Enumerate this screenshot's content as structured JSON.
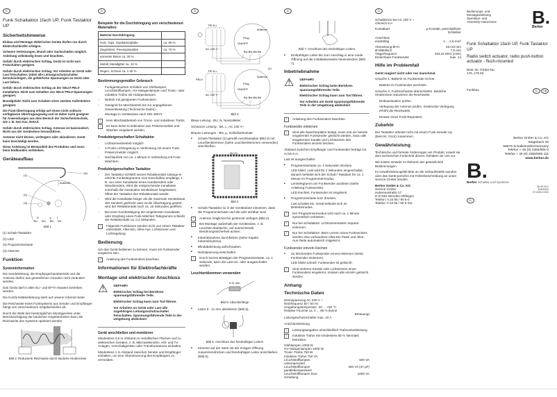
{
  "language_mark": "D",
  "col1": {
    "title": "Funk Schaltaktor 1fach UP, Funk Tastaktor UP",
    "safety_heading": "Sicherheitshinweise",
    "safety": [
      "Einbau und Montage elektrischer Geräte dürfen nur durch Elektrofachkräfte erfolgen.",
      "Schwere Verletzungen, Brand oder Sachschäden möglich. Anleitung vollständig lesen und beachten.",
      "Gefahr durch elektrischen Schlag. Gerät ist nicht zum Freischalten geeignet.",
      "Gefahr durch elektrischen Schlag. Vor Arbeiten an Gerät oder Last freischalten. Dabei alle Leitungsschutzschalter berücksichtigen, die gefährliche Spannungen an Gerät oder Last liefern.",
      "Gefahr durch elektrischen Schlag an der SELV/ PELV-Installation. Nicht zum Schalten von SELV/ PELV-Spannungen geeignet.",
      "Brandgefahr. Nicht zum Schalten eines zweiten Außenleiters geeignet.",
      "Die Funk-Übertragung erfolgt auf einem nicht exklusiv verfügbaren Übertragungsweg und ist daher nicht geeignet für Anwendungen aus dem Bereich der Sicherheitstechnik, wie z. B. Not-Aus, Notruf.",
      "Gefahr durch elektrischen Schlag. Antenne ist basisisoliert. Nicht aus der Gerätedose herausführen.",
      "Antenne nicht kürzen, verlängern oder abisolieren. Gerät kann beschädigt werden.",
      "Diese Anleitung ist Bestandteil des Produktes und muss beim Endkunden verbleiben."
    ],
    "device_heading": "Geräteaufbau",
    "fig1": {
      "caption": "Bild 1",
      "antenna_label": "Antenne",
      "callouts": [
        "(1)",
        "(2)",
        "(3)",
        "(4)"
      ],
      "terminals": [
        {
          "top": "N",
          "bottom": "BU"
        },
        {
          "top": "",
          "bottom": "BN"
        },
        {
          "top": "",
          "bottom": "BN"
        },
        {
          "top": "L",
          "bottom": "BK"
        }
      ],
      "mu_label": "µ"
    },
    "legend": [
      "(1) Schalt-/Tastaktor",
      "(2) LED",
      "(3) Programmiertaste",
      "(4) Antenne"
    ],
    "function_heading": "Funktion",
    "sysinfo_heading": "Systeminformation",
    "sysinfo": [
      "Die Sendeleistung, die Empfangscharakteristik und die Antenne dürfen aus gesetzlichen Gründen nicht verändert werden.",
      "Das Gerät darf in allen EU- und EFTA-Staaten betrieben werden.",
      "Die Konformitätserklärung steht auf unserer Internet-Seite.",
      "Die Reichweite eines Funksystems aus Sender und Empfänger hängt von verschiedenen Gegebenheiten ab.",
      "Durch die Wahl des bestmöglichen Montageortes unter Berücksichtigung der baulichen Gegebenheiten kann die Reichweite des Systems optimiert werden."
    ],
    "fig2_caption": "Bild 2: Reduzierte Reichweite durch bauliche Hindernisse"
  },
  "col2": {
    "materials_heading": "Beispiele für die Durchdringung von verschiedenen Materialien:",
    "materials_table": {
      "header": [
        "Material Durchdringung",
        ""
      ],
      "rows": [
        [
          "Holz, Gips, Gipskartonplatte",
          "ca. 90 %"
        ],
        [
          "Ziegelstein, Pressspanplatte",
          "ca. 70 %"
        ],
        [
          "armierter Beton ca. 30 %",
          ""
        ],
        [
          "Metall, Metallgitter ca. 10 %",
          ""
        ],
        [
          "Regen, Schnee ca. 1-40 %",
          ""
        ]
      ]
    },
    "intended_heading": "Bestimmungsgemäßer Gebrauch",
    "intended": [
      "Funkgesteuertes Schalten von Glühlampen, Leuchtstofflampen, HV-Halogenlampen und Tronic- oder induktive Trafos mit Halogenlampen",
      "Betrieb mit geeigneten Funksendern",
      "Geeignet für Mischbetrieb bis zur angegebenen Gesamtleistung (Technische Daten)",
      "Montage in Gerätedose nach DIN 49073"
    ],
    "intended_notes": [
      "Kein Mischlastbetrieb von Tronic- und induktiven Trafos.",
      "Es kann keine Kombination aus Präsenzmelder und Wächter eingelernt werden."
    ],
    "switch_props_heading": "Produkteigenschaften Schaltaktor",
    "switch_props": [
      "Lichtszenenbetrieb möglich",
      "2-Punkt Lichtregelung in Verbindung mit einem Funk-Präsenzmelder möglich",
      "Nachlaufzeit von ca. 1 Minute in Verbindung mit Funk-Wächtern"
    ],
    "push_props_heading": "Produkteigenschaften Tastaktor",
    "push_props": [
      "Der Tastaktor schließt seinen Relaiskontakt solange er erlernte Funktelegramme zum Einschalten empfängt, z. B. von einer Kanaltaste eines Handsenders oder Wandsenders. Wird die entsprechende Kanaltaste innerhalb der maximalen Sendedauer losgelassen, öffnet der Tastaktor den Relaiskontakt wieder.",
      "Wird die Kanaltaste länger als die maximale Sendedauer des Senders gedrückt oder ist die Übertragung gestört, wird der Relaiskontakt nach ca. 16 Sekunden geöffnet.",
      "Bei einer Kurzbetätigung der eingelernten Kanaltaste oder Empfang eines Funk-Wächter-Telegramms schließt der Relaiskontakt ca. 0,3 Sekunden."
    ],
    "push_note": "Folgende Funktionen werden nicht von einem Tastaktor unterstützt: Alles-Ein, Alles-Aus, Lichtszenen und Lichtregelung.",
    "operation_heading": "Bedienung",
    "operation_text": "Um das Gerät bedienen zu können, muss ein Funksender eingelernt sein.",
    "operation_note": "Anleitung des Funksenders beachten.",
    "info_electricians": "Informationen für Elektrofachkräfte",
    "mounting_heading": "Montage und elektrischer Anschluss",
    "warning": {
      "title": "GEFAHR!",
      "lines": [
        "Elektrischer Schlag bei Berühren spannungsführender Teile.",
        "Elektrischer Schlag kann zum Tod führen.",
        "Vor Arbeiten an Gerät oder Last alle zugehörigen Leitungsschutzschalter freischalten. Spannungsführende Teile in der Umgebung abdecken!"
      ]
    },
    "connect_heading": "Gerät anschließen und montieren",
    "connect_text": [
      "Mindestens 0,5 m Abstand zu metallischen Flächen und zu elektrischen Geräten, z. B. Mikrowellenofen, Hifi- und TV-Anlagen, Vorschaltgeräten oder Transformatoren einhalten.",
      "Mindestens 1 m Abstand zwischen Sender und Empfänger einhalten, um eine Übersteuerung des Empfängers zu vermeiden."
    ]
  },
  "col3": {
    "fig3": {
      "caption": "Bild 3",
      "top_labels": [
        "PE N L",
        "AC 230 V ~",
        "Antenne",
        "Prog.",
        "ON/OFF",
        "µ"
      ],
      "bottom_labels": [
        "PE N L",
        "PELV",
        "AC 230 V ~",
        "Antenne",
        "Prog.",
        "ON/OFF",
        "µ"
      ],
      "terminals": [
        "BU",
        "BN",
        "BN",
        "BK"
      ],
      "callout": "(1)"
    },
    "wires": [
      "Blaue Leitung - BU, N, Neutralleiter",
      "Schwarze Leitung - BK, L, AC 230 V~",
      "Braune Leitungen - BN, µ, Schließerkontakt"
    ],
    "connect_step": "Schalt-/Tastaktor (1) gemäß Anschlussplan (Bild 3) mit Leuchtenklemmen (siehe Leuchtenklemmen verwenden) anschließen.",
    "fig4": {
      "caption": "Bild 4",
      "callouts": [
        "(4)",
        "(1)"
      ]
    },
    "steps": [
      {
        "type": "bul",
        "text": "Schalt-/Tastaktor so in die Gerätedose einsetzen, dass die Programmiertaste und die LED sichtbar sind."
      },
      {
        "type": "info",
        "text": "Antenne möglichst frei gestreckt verlegen (Bild 4)."
      },
      {
        "type": "info",
        "text": "Bei Montage außerhalb der Gerätedose, z. B. Leuchten-Baldachin, auf ausreichende Berührungssicherheit achten."
      },
      {
        "type": "bul",
        "text": "Inbetriebnahme durchführen (siehe Kapitel Inbetriebnahme)."
      },
      {
        "type": "bul",
        "text": "Blindabdeckung aufschrauben."
      },
      {
        "type": "bul",
        "text": "Netzspannung einschalten."
      },
      {
        "type": "info",
        "text": "Durch kurzes Betätigen der Programmiertaste, ca. 1 Sekunde, kann die Last ein- oder ausgeschaltet werden."
      }
    ],
    "clamps_heading": "Leuchtenklemmen verwenden",
    "fig5": {
      "caption": "Bild 5: Abisolierlänge",
      "dim": "9-11 mm"
    },
    "strip_step": "Leiter 9 - 11 mm abisolieren (Bild 5).",
    "fig6": {
      "caption": "Bild 6: Anschluss des feindrahtigen Leiters"
    },
    "fine_step": "Klemme auf der Seite mit der eckigen Öffnung zusammendrücken und feindrahtigen Leiter anschließen (Bild 6)."
  },
  "col4": {
    "fig7_caption": "Bild 7: Anschluss des eindrahtigen Leiters",
    "solid_step": "Eindrahtigen Leiter bis zum Anschlag in eine runde Öffnung auf der Installationsseite hineinstecken (Bild 7).",
    "commissioning_heading": "Inbetriebnahme",
    "warning": {
      "title": "GEFAHR!",
      "lines": [
        "Elektrischer Schlag beim Berühren spannungsführender Teile.",
        "Elektrischer Schlag kann zum Tod führen.",
        "Vor Arbeiten am Gerät spannungsführende Teile in der Umgebung abdecken!"
      ]
    },
    "sender_note": "Anleitung des Funksenders beachten.",
    "learn_heading": "Funksender einlernen",
    "learn_info": "Sind alle Speicherplätze belegt, muss erst ein bereits eingelernter Funksender gelöscht werden. Dazu alle eingelernten Kanäle und Lichtszenen des Funksenders einzeln löschen.",
    "distance": "Abstand zwischen Empfänger und Funksender beträgt 0,5 m bis 5 m.",
    "load_off": "Last ist ausgeschaltet.",
    "learn_steps": [
      {
        "type": "bul",
        "text": "Programmiertaste ca. 4 Sekunden drücken."
      },
      {
        "type": "plain",
        "text": "LED blinkt. Last wird für 4 Sekunden eingeschaltet, danach befindet sich der Schalt-/ Tastaktor für ca. 1 Minute im Programmiermodus."
      },
      {
        "type": "bul",
        "text": "Lerntelegramm am Funksender auslösen (siehe Anleitung Funksender)."
      },
      {
        "type": "plain",
        "text": "LED leuchtet. Funksender ist eingelernt."
      },
      {
        "type": "bul",
        "text": "Programmiertaste kurz drücken."
      },
      {
        "type": "plain",
        "text": "Last schaltet ein. Gerät befindet sich im Betriebsmodus."
      },
      {
        "type": "info",
        "text": "Der Programmiermodus wird nach ca. 1 Minute automatisch verlassen."
      },
      {
        "type": "info",
        "text": "Nur bei Schaltaktor: Lichtszenentasten separat einlernen."
      },
      {
        "type": "info",
        "text": "Nur bei Schaltaktor: Beim Lernen eines Funksenders werden eine vorhandene Alles-Ein-Taste und Alles-Aus-Taste automatisch mitgelernt."
      }
    ],
    "delete_heading": "Funksender einzeln löschen",
    "delete_steps": [
      {
        "type": "bul",
        "text": "Zu löschenden Funksender erneut einlernen (siehe Funksender einlernen)."
      },
      {
        "type": "plain",
        "text": "LED blinkt schnell. Funksender ist gelöscht."
      },
      {
        "type": "info",
        "text": "Sind mehrere Kanäle oder Lichtszenen eines Funksenders eingelernt, müssen alle einzeln gelöscht werden."
      }
    ],
    "appendix_heading": "Anhang",
    "tech_heading": "Technische Daten",
    "tech_lines": [
      "Nennspannung AC 230 V ~",
      "Netzfrequenz 50 / 60 Hz",
      "Umgebungstemperatur -20 ... +55 °C",
      "Relative Feuchte ca. 0 ... 65 % (keine"
    ],
    "tech_betauung": "Betauung)",
    "breaker": "Leitungsschutzschalter max. 10 A",
    "load_heading": "Anschlussleistung",
    "load_notes": [
      "Leistungsangaben einschließlich Trafoverlustleistung.",
      "Induktive Trafos mit mindestens 85 % Nennlast betreiben."
    ],
    "loads": [
      {
        "label": "Glühlampen 1000 W",
        "value": ""
      },
      {
        "label": "HV-Halogenlampen 1000 W",
        "value": ""
      },
      {
        "label": "Tronic-Trafos 750 W",
        "value": ""
      },
      {
        "label": "Induktive Trafos 750 VA",
        "value": ""
      },
      {
        "label": "Leuchtstofflampen unkompensiert",
        "value": "500 VA"
      },
      {
        "label": "Leuchtstofflampen parallelkompensiert",
        "value": "400 VA (47 µF)"
      },
      {
        "label": "Leuchtstofflampen Duo-Schaltung",
        "value": "1000 VA"
      }
    ]
  },
  "col5": {
    "specs": [
      {
        "label": "Schaltstrom bei AC 230 V ~ Ohmsch 8 A",
        "value": ""
      },
      {
        "label": "Kontaktart",
        "value": "µ-Kontakt, potentialfreier Schließer"
      },
      {
        "label": "Anschluss eindrähtig",
        "value": "1 ... 2,5 mm²"
      },
      {
        "label": "Abmessung Ø×H",
        "value": "52×23 mm"
      },
      {
        "label": "Ø Mittelloch",
        "value": "7,5 mm"
      },
      {
        "label": "Trägerfrequenz",
        "value": "433,42 MHz (ASK)"
      },
      {
        "label": "Einlernbare Funksender",
        "value": "max. 14"
      }
    ],
    "help_heading": "Hilfe im Problemfall",
    "help_sub": "Gerät reagiert nicht oder nur manchmal.",
    "help_lines": [
      {
        "ind": false,
        "text": "Ursache 1: Batterie im Funksender ist leer."
      },
      {
        "ind": true,
        "text": "Batterie im Funksender wechseln."
      },
      {
        "ind": false,
        "text": "Ursache 2: Funkreichweite überschritten. Bauliche Hindernisse reduzieren die Reichweite."
      },
      {
        "ind": true,
        "text": "Einbausituation prüfen."
      },
      {
        "ind": true,
        "text": "Verlegung der Antenne prüfen. Gestreckte Verlegung erhöht die Reichweite."
      },
      {
        "ind": true,
        "text": "Einsatz eines Funk-Repeaters."
      }
    ],
    "accessory_heading": "Zubehör",
    "accessory_text": "Der Tastaktor arbeitet nicht mit einem Funk-Sender Up (Best.Nr. 0124) zusammen.",
    "warranty_heading": "Gewährleistung",
    "warranty": [
      "Technische und formale Änderungen am Produkt, soweit sie dem technischen Fortschritt dienen, behalten wir uns vor.",
      "Wir leisten Gewähr im Rahmen der gesetzlichen Bestimmungen.",
      "Im Gewährleistungsfall bitte an die Verkaufsstelle wenden oder das Gerät portofrei mit Fehlerbeschreibung an unser Service-Center senden."
    ],
    "service_company": "Berker GmbH & Co. KG",
    "service_lines": [
      "Service-Center",
      "Hubertusstraße 17",
      "D-57482 Wenden-Ottfingen",
      "Telefon: 0 23 55 / 90 5-0",
      "Telefax: 0 23 55 / 90 5-111"
    ]
  },
  "col6": {
    "doc_type": [
      "Bedienungs- und",
      "Montageanleitung",
      "Operation- and",
      "Assembly Instructions"
    ],
    "logo_letter": "B.",
    "logo_brand": "Berker",
    "title_de": "Funk Schaltaktor 1fach UP, Funk Tastaktor UP",
    "title_en": "Radio switch actuator, radio push-button actuator - flush-mounted",
    "order_label": "Best.-Nr. /Order-No.",
    "order_numbers": "179, 179 50",
    "system": "Funkbus",
    "lang_marks": [
      "D",
      "GB"
    ],
    "company": "Berker GmbH & Co. KG",
    "address": [
      "Klagebach 38",
      "58579 Schalksmühle/Germany",
      "Telefon + 49 (0) 2355/905-0",
      "Telefax + 49 (0) 2355/905-111"
    ],
    "website": "www.berker.de",
    "tagline": "Schalter und Systeme",
    "doc_codes": [
      "08.05.2012",
      "82600000",
      "6T-0891X1X00"
    ]
  }
}
